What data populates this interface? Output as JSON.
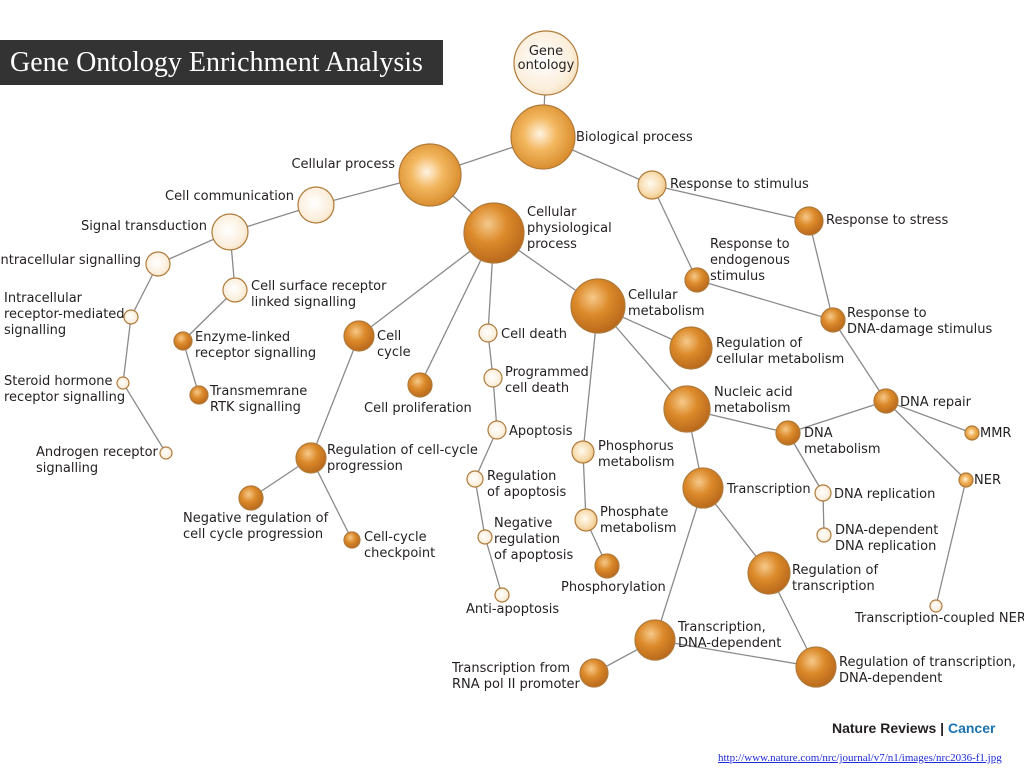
{
  "slide": {
    "title": "Gene Ontology Enrichment Analysis",
    "credit_journal": "Nature Reviews",
    "credit_separator": "|",
    "credit_section": "Cancer",
    "source_url": "http://www.nature.com/nrc/journal/v7/n1/images/nrc2036-f1.jpg"
  },
  "diagram": {
    "node_colors": {
      "dark": "#c7741b",
      "mid": "#e39b3a",
      "light": "#f6cf8e",
      "pale": "#fbecd2"
    },
    "nodes": [
      {
        "id": "gene-ontology",
        "label": [
          "Gene",
          "ontology"
        ],
        "tone": "pale"
      },
      {
        "id": "biological-process",
        "label": [
          "Biological process"
        ],
        "tone": "mid"
      },
      {
        "id": "cellular-process",
        "label": [
          "Cellular process"
        ],
        "tone": "mid"
      },
      {
        "id": "cell-communication",
        "label": [
          "Cell communication"
        ],
        "tone": "pale"
      },
      {
        "id": "signal-transduction",
        "label": [
          "Signal transduction"
        ],
        "tone": "pale"
      },
      {
        "id": "intracellular-signalling",
        "label": [
          "Intracellular signalling"
        ],
        "tone": "pale"
      },
      {
        "id": "intracellular-receptor-mediated-signalling",
        "label": [
          "Intracellular",
          "receptor-mediated",
          "signalling"
        ],
        "tone": "pale"
      },
      {
        "id": "steroid-hormone-receptor-signalling",
        "label": [
          "Steroid hormone",
          "receptor signalling"
        ],
        "tone": "pale"
      },
      {
        "id": "androgen-receptor-signalling",
        "label": [
          "Androgen receptor",
          "signalling"
        ],
        "tone": "pale"
      },
      {
        "id": "cell-surface-receptor-linked-signalling",
        "label": [
          "Cell surface receptor",
          "linked signalling"
        ],
        "tone": "pale"
      },
      {
        "id": "enzyme-linked-receptor-signalling",
        "label": [
          "Enzyme-linked",
          "receptor signalling"
        ],
        "tone": "dark"
      },
      {
        "id": "transmemrane-rtk-signalling",
        "label": [
          "Transmemrane",
          "RTK signalling"
        ],
        "tone": "dark"
      },
      {
        "id": "cellular-physiological-process",
        "label": [
          "Cellular",
          "physiological",
          "process"
        ],
        "tone": "dark"
      },
      {
        "id": "cell-cycle",
        "label": [
          "Cell",
          "cycle"
        ],
        "tone": "dark"
      },
      {
        "id": "cell-proliferation",
        "label": [
          "Cell proliferation"
        ],
        "tone": "dark"
      },
      {
        "id": "regulation-of-cell-cycle-progression",
        "label": [
          "Regulation of cell-cycle",
          "progression"
        ],
        "tone": "dark"
      },
      {
        "id": "negative-regulation-of-cell-cycle-progression",
        "label": [
          "Negative regulation of",
          "cell cycle progression"
        ],
        "tone": "dark"
      },
      {
        "id": "cell-cycle-checkpoint",
        "label": [
          "Cell-cycle",
          "checkpoint"
        ],
        "tone": "dark"
      },
      {
        "id": "cell-death",
        "label": [
          "Cell death"
        ],
        "tone": "pale"
      },
      {
        "id": "programmed-cell-death",
        "label": [
          "Programmed",
          "cell death"
        ],
        "tone": "pale"
      },
      {
        "id": "apoptosis",
        "label": [
          "Apoptosis"
        ],
        "tone": "pale"
      },
      {
        "id": "regulation-of-apoptosis",
        "label": [
          "Regulation",
          "of apoptosis"
        ],
        "tone": "pale"
      },
      {
        "id": "negative-regulation-of-apoptosis",
        "label": [
          "Negative",
          "regulation",
          "of apoptosis"
        ],
        "tone": "pale"
      },
      {
        "id": "anti-apoptosis",
        "label": [
          "Anti-apoptosis"
        ],
        "tone": "pale"
      },
      {
        "id": "cellular-metabolism",
        "label": [
          "Cellular",
          "metabolism"
        ],
        "tone": "dark"
      },
      {
        "id": "regulation-of-cellular-metabolism",
        "label": [
          "Regulation of",
          "cellular metabolism"
        ],
        "tone": "dark"
      },
      {
        "id": "phosphorus-metabolism",
        "label": [
          "Phosphorus",
          "metabolism"
        ],
        "tone": "light"
      },
      {
        "id": "phosphate-metabolism",
        "label": [
          "Phosphate",
          "metabolism"
        ],
        "tone": "light"
      },
      {
        "id": "phosphorylation",
        "label": [
          "Phosphorylation"
        ],
        "tone": "dark"
      },
      {
        "id": "nucleic-acid-metabolism",
        "label": [
          "Nucleic acid",
          "metabolism"
        ],
        "tone": "dark"
      },
      {
        "id": "transcription",
        "label": [
          "Transcription"
        ],
        "tone": "dark"
      },
      {
        "id": "regulation-of-transcription",
        "label": [
          "Regulation of",
          "transcription"
        ],
        "tone": "dark"
      },
      {
        "id": "transcription-dna-dependent",
        "label": [
          "Transcription,",
          "DNA-dependent"
        ],
        "tone": "dark"
      },
      {
        "id": "transcription-from-rna-pol-ii-promoter",
        "label": [
          "Transcription from",
          "RNA pol II promoter"
        ],
        "tone": "dark"
      },
      {
        "id": "regulation-of-transcription-dna-dependent",
        "label": [
          "Regulation of transcription,",
          "DNA-dependent"
        ],
        "tone": "dark"
      },
      {
        "id": "dna-metabolism",
        "label": [
          "DNA",
          "metabolism"
        ],
        "tone": "dark"
      },
      {
        "id": "dna-replication",
        "label": [
          "DNA replication"
        ],
        "tone": "pale"
      },
      {
        "id": "dna-dependent-dna-replication",
        "label": [
          "DNA-dependent",
          "DNA replication"
        ],
        "tone": "pale"
      },
      {
        "id": "response-to-stimulus",
        "label": [
          "Response to stimulus"
        ],
        "tone": "light"
      },
      {
        "id": "response-to-stress",
        "label": [
          "Response to stress"
        ],
        "tone": "dark"
      },
      {
        "id": "response-to-endogenous-stimulus",
        "label": [
          "Response to",
          "endogenous",
          "stimulus"
        ],
        "tone": "dark"
      },
      {
        "id": "response-to-dna-damage-stimulus",
        "label": [
          "Response to",
          "DNA-damage stimulus"
        ],
        "tone": "dark"
      },
      {
        "id": "dna-repair",
        "label": [
          "DNA repair"
        ],
        "tone": "dark"
      },
      {
        "id": "mmr",
        "label": [
          "MMR"
        ],
        "tone": "mid"
      },
      {
        "id": "ner",
        "label": [
          "NER"
        ],
        "tone": "mid"
      },
      {
        "id": "transcription-coupled-ner",
        "label": [
          "Transcription-coupled NER"
        ],
        "tone": "pale"
      }
    ],
    "edges": [
      [
        "gene-ontology",
        "biological-process"
      ],
      [
        "biological-process",
        "cellular-process"
      ],
      [
        "biological-process",
        "response-to-stimulus"
      ],
      [
        "cellular-process",
        "cell-communication"
      ],
      [
        "cellular-process",
        "cellular-physiological-process"
      ],
      [
        "cell-communication",
        "signal-transduction"
      ],
      [
        "signal-transduction",
        "intracellular-signalling"
      ],
      [
        "signal-transduction",
        "cell-surface-receptor-linked-signalling"
      ],
      [
        "intracellular-signalling",
        "intracellular-receptor-mediated-signalling"
      ],
      [
        "intracellular-receptor-mediated-signalling",
        "steroid-hormone-receptor-signalling"
      ],
      [
        "steroid-hormone-receptor-signalling",
        "androgen-receptor-signalling"
      ],
      [
        "cell-surface-receptor-linked-signalling",
        "enzyme-linked-receptor-signalling"
      ],
      [
        "enzyme-linked-receptor-signalling",
        "transmemrane-rtk-signalling"
      ],
      [
        "cellular-physiological-process",
        "cell-cycle"
      ],
      [
        "cellular-physiological-process",
        "cell-proliferation"
      ],
      [
        "cellular-physiological-process",
        "cell-death"
      ],
      [
        "cellular-physiological-process",
        "cellular-metabolism"
      ],
      [
        "cell-cycle",
        "regulation-of-cell-cycle-progression"
      ],
      [
        "regulation-of-cell-cycle-progression",
        "negative-regulation-of-cell-cycle-progression"
      ],
      [
        "regulation-of-cell-cycle-progression",
        "cell-cycle-checkpoint"
      ],
      [
        "cell-death",
        "programmed-cell-death"
      ],
      [
        "programmed-cell-death",
        "apoptosis"
      ],
      [
        "apoptosis",
        "regulation-of-apoptosis"
      ],
      [
        "regulation-of-apoptosis",
        "negative-regulation-of-apoptosis"
      ],
      [
        "negative-regulation-of-apoptosis",
        "anti-apoptosis"
      ],
      [
        "cellular-metabolism",
        "regulation-of-cellular-metabolism"
      ],
      [
        "cellular-metabolism",
        "phosphorus-metabolism"
      ],
      [
        "cellular-metabolism",
        "nucleic-acid-metabolism"
      ],
      [
        "phosphorus-metabolism",
        "phosphate-metabolism"
      ],
      [
        "phosphate-metabolism",
        "phosphorylation"
      ],
      [
        "nucleic-acid-metabolism",
        "transcription"
      ],
      [
        "nucleic-acid-metabolism",
        "dna-metabolism"
      ],
      [
        "transcription",
        "regulation-of-transcription"
      ],
      [
        "transcription",
        "transcription-dna-dependent"
      ],
      [
        "transcription-dna-dependent",
        "transcription-from-rna-pol-ii-promoter"
      ],
      [
        "transcription-dna-dependent",
        "regulation-of-transcription-dna-dependent"
      ],
      [
        "regulation-of-transcription",
        "regulation-of-transcription-dna-dependent"
      ],
      [
        "dna-metabolism",
        "dna-replication"
      ],
      [
        "dna-metabolism",
        "dna-repair"
      ],
      [
        "dna-replication",
        "dna-dependent-dna-replication"
      ],
      [
        "response-to-stimulus",
        "response-to-stress"
      ],
      [
        "response-to-stimulus",
        "response-to-endogenous-stimulus"
      ],
      [
        "response-to-stress",
        "response-to-dna-damage-stimulus"
      ],
      [
        "response-to-endogenous-stimulus",
        "response-to-dna-damage-stimulus"
      ],
      [
        "response-to-dna-damage-stimulus",
        "dna-repair"
      ],
      [
        "dna-repair",
        "mmr"
      ],
      [
        "dna-repair",
        "ner"
      ],
      [
        "ner",
        "transcription-coupled-ner"
      ]
    ]
  }
}
